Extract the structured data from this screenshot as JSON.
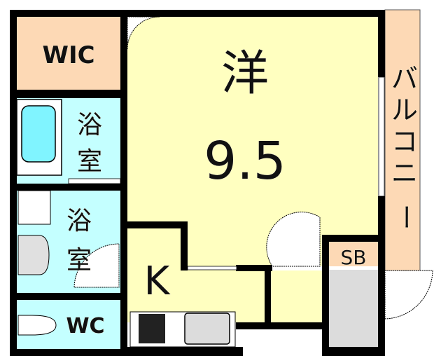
{
  "title": "Floor plan",
  "colors": {
    "living": "#ffffc0",
    "storage_peach": "#fdd9b5",
    "wet_area": "#c4ffff",
    "wall": "#000000",
    "fixture_gray": "#dcdcdc",
    "tub": "#80f4ff"
  },
  "rooms": {
    "wic": "WIC",
    "western_room_kanji": "洋",
    "western_room_size": "9.5",
    "balcony": [
      "バ",
      "ル",
      "コ",
      "ニ",
      "ー"
    ],
    "bath1": [
      "浴",
      "室"
    ],
    "bath2": [
      "浴",
      "室"
    ],
    "wc": "WC",
    "kitchen": "K",
    "shoe_box": "SB"
  }
}
